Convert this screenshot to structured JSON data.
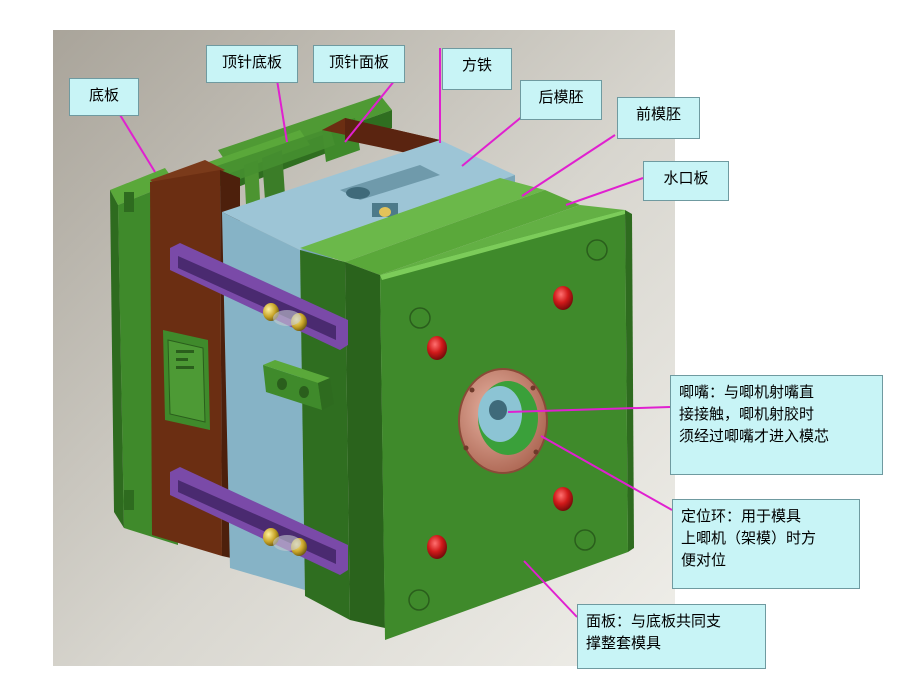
{
  "diagram": {
    "labels": {
      "base_plate": "底板",
      "ejector_retainer_plate": "顶针底板",
      "ejector_plate": "顶针面板",
      "spacer_block": "方铁",
      "b_plate": "后模胚",
      "a_plate": "前模胚",
      "runner_plate": "水口板",
      "sprue_bushing": "唧嘴：与唧机射嘴直\n接接触，唧机射胶时\n须经过唧嘴才进入模芯",
      "locating_ring": "定位环：用于模具\n上唧机（架模）时方\n便对位",
      "top_clamp_plate": "面板：与底板共同支\n撑整套模具"
    },
    "colors": {
      "plate_green": "#3f8a2b",
      "plate_green_light": "#5aa83a",
      "spacer_brown": "#6b2e12",
      "b_plate_blue": "#86b3c6",
      "rail_purple": "#7a4aa8",
      "ring_copper": "#c98a76",
      "hole_red": "#d11a1a",
      "leader_magenta": "#e020d0",
      "label_fill": "#c8f4f6"
    }
  }
}
